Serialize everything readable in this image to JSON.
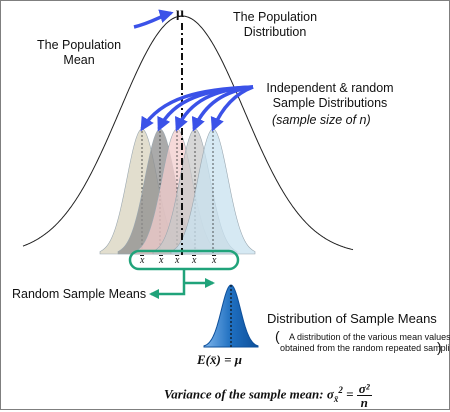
{
  "labels": {
    "mu": "μ",
    "population_distribution": "The Population\nDistribution",
    "population_mean": "The Population\nMean",
    "sample_distributions": "Independent & random\nSample Distributions",
    "sample_size": "(sample size of n)",
    "sample_mean_symbol": "x",
    "random_sample_means": "Random Sample Means",
    "distribution_of_sample_means": "Distribution of Sample Means",
    "distribution_note_open": "(",
    "distribution_note": "A distribution of the various mean values\nobtained from the random repeated sampling",
    "distribution_note_close": ")",
    "expected_value": "E(x̄) = μ",
    "variance_label": "Variance of the sample mean:",
    "variance_lhs": "σ",
    "variance_sub": "x̄",
    "variance_sup": "2",
    "variance_num": "σ²",
    "variance_den": "n"
  },
  "colors": {
    "sample_fills": [
      "#d8d3bd",
      "#8e8e8e",
      "#f1cccc",
      "#c8c8c8",
      "#c8e1ef"
    ],
    "arrow": "#3b52e8",
    "green": "#20a37a",
    "sampling_dist_fill": "#1f6fc0"
  }
}
